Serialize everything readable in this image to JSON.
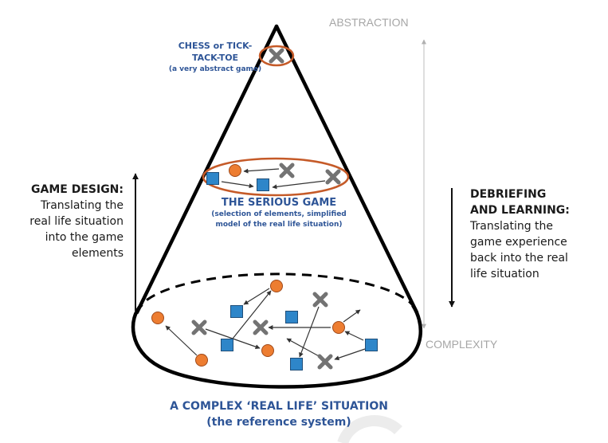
{
  "axis": {
    "top_label": "ABSTRACTION",
    "bottom_label": "COMPLEXITY"
  },
  "levels": {
    "abstract_game": {
      "title_line1": "CHESS or TICK-",
      "title_line2": "TACK-TOE",
      "subtitle": "(a very abstract game)"
    },
    "serious_game": {
      "title": "THE SERIOUS GAME",
      "subtitle_line1": "(selection of elements, simplified",
      "subtitle_line2": "model of the real life situation)"
    },
    "real_life": {
      "title": "A COMPLEX ‘REAL LIFE’ SITUATION",
      "subtitle": "(the reference system)"
    }
  },
  "processes": {
    "game_design": {
      "heading": "GAME DESIGN:",
      "line1": "Translating the",
      "line2": "real life situation",
      "line3": "into the game",
      "line4": "elements",
      "direction": "up"
    },
    "debriefing": {
      "heading_line1": "DEBRIEFING",
      "heading_line2": "AND LEARNING:",
      "line1": "Translating the",
      "line2": "game experience",
      "line3": "back into the real",
      "line4": "life situation",
      "direction": "down"
    }
  },
  "colors": {
    "circle": "#ed7d31",
    "square": "#2e86c9",
    "cross": "#737373",
    "highlight": "#c55a28",
    "label_blue": "#2e5597",
    "axis_grey": "#a6a6a6"
  },
  "legend_shapes": [
    "circle",
    "square",
    "cross"
  ]
}
